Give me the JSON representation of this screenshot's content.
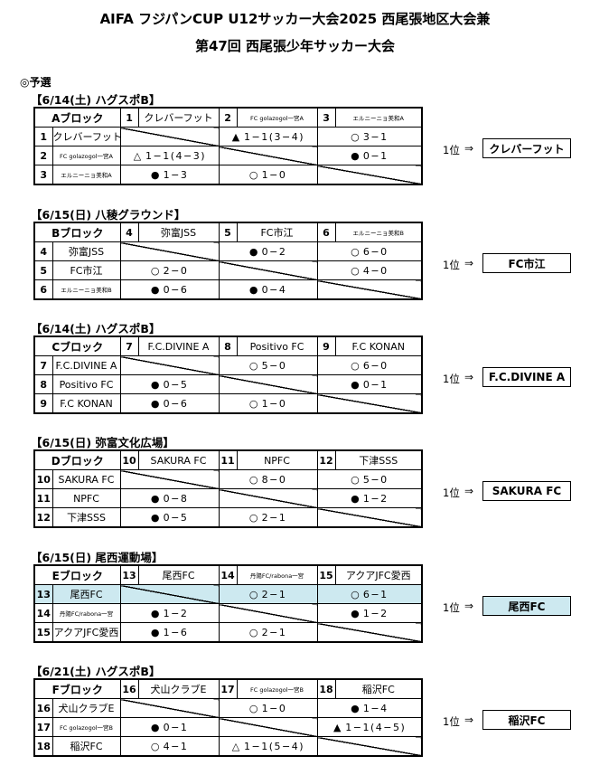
{
  "title_line1": "AIFA フジパンCUP U12サッカー大会2025 西尾張地区大会兼",
  "title_line2": "第47回 西尾張少年サッカー大会",
  "section": "◎予選",
  "place_label": "1位",
  "arrow": "⇒",
  "blocks": [
    {
      "date": "【6/14(土) ハグスポB】",
      "name": "Aブロック",
      "teams": [
        {
          "no": "1",
          "name": "クレバーフット",
          "small": false
        },
        {
          "no": "2",
          "name": "FC golazogol一宮A",
          "small": true
        },
        {
          "no": "3",
          "name": "エルニーニョ美和A",
          "small": true
        }
      ],
      "results": [
        [
          null,
          {
            "sym": "▲",
            "score": "1−1(3−4)"
          },
          {
            "sym": "○",
            "score": "3−1"
          }
        ],
        [
          {
            "sym": "△",
            "score": "1−1(4−3)"
          },
          null,
          {
            "sym": "●",
            "score": "0−1"
          }
        ],
        [
          {
            "sym": "●",
            "score": "1−3"
          },
          {
            "sym": "○",
            "score": "1−0"
          },
          null
        ]
      ],
      "winner": "クレバーフット"
    },
    {
      "date": "【6/15(日) 八稜グラウンド】",
      "name": "Bブロック",
      "teams": [
        {
          "no": "4",
          "name": "弥富JSS",
          "small": false
        },
        {
          "no": "5",
          "name": "FC市江",
          "small": false
        },
        {
          "no": "6",
          "name": "エルニーニョ美和B",
          "small": true
        }
      ],
      "results": [
        [
          null,
          {
            "sym": "●",
            "score": "0−2"
          },
          {
            "sym": "○",
            "score": "6−0"
          }
        ],
        [
          {
            "sym": "○",
            "score": "2−0"
          },
          null,
          {
            "sym": "○",
            "score": "4−0"
          }
        ],
        [
          {
            "sym": "●",
            "score": "0−6"
          },
          {
            "sym": "●",
            "score": "0−4"
          },
          null
        ]
      ],
      "winner": "FC市江"
    },
    {
      "date": "【6/14(土) ハグスポB】",
      "name": "Cブロック",
      "teams": [
        {
          "no": "7",
          "name": "F.C.DIVINE A",
          "small": false
        },
        {
          "no": "8",
          "name": "Positivo FC",
          "small": false
        },
        {
          "no": "9",
          "name": "F.C KONAN",
          "small": false
        }
      ],
      "results": [
        [
          null,
          {
            "sym": "○",
            "score": "5−0"
          },
          {
            "sym": "○",
            "score": "6−0"
          }
        ],
        [
          {
            "sym": "●",
            "score": "0−5"
          },
          null,
          {
            "sym": "●",
            "score": "0−1"
          }
        ],
        [
          {
            "sym": "●",
            "score": "0−6"
          },
          {
            "sym": "○",
            "score": "1−0"
          },
          null
        ]
      ],
      "winner": "F.C.DIVINE A"
    },
    {
      "date": "【6/15(日) 弥富文化広場】",
      "name": "Dブロック",
      "teams": [
        {
          "no": "10",
          "name": "SAKURA FC",
          "small": false
        },
        {
          "no": "11",
          "name": "NPFC",
          "small": false
        },
        {
          "no": "12",
          "name": "下津SSS",
          "small": false
        }
      ],
      "results": [
        [
          null,
          {
            "sym": "○",
            "score": "8−0"
          },
          {
            "sym": "○",
            "score": "5−0"
          }
        ],
        [
          {
            "sym": "●",
            "score": "0−8"
          },
          null,
          {
            "sym": "●",
            "score": "1−2"
          }
        ],
        [
          {
            "sym": "●",
            "score": "0−5"
          },
          {
            "sym": "○",
            "score": "2−1"
          },
          null
        ]
      ],
      "winner": "SAKURA FC"
    },
    {
      "date": "【6/15(日) 尾西運動場】",
      "name": "Eブロック",
      "teams": [
        {
          "no": "13",
          "name": "尾西FC",
          "small": false
        },
        {
          "no": "14",
          "name": "丹陽FC/rabona一宮",
          "small": true
        },
        {
          "no": "15",
          "name": "アクアJFC愛西",
          "small": false
        }
      ],
      "results": [
        [
          null,
          {
            "sym": "○",
            "score": "2−1"
          },
          {
            "sym": "○",
            "score": "6−1"
          }
        ],
        [
          {
            "sym": "●",
            "score": "1−2"
          },
          null,
          {
            "sym": "●",
            "score": "1−2"
          }
        ],
        [
          {
            "sym": "●",
            "score": "1−6"
          },
          {
            "sym": "○",
            "score": "2−1"
          },
          null
        ]
      ],
      "winner": "尾西FC",
      "highlight_row": 0,
      "highlight_color": "#cde9f0"
    },
    {
      "date": "【6/21(土) ハグスポB】",
      "name": "Fブロック",
      "teams": [
        {
          "no": "16",
          "name": "犬山クラブE",
          "small": false
        },
        {
          "no": "17",
          "name": "FC golazogol一宮B",
          "small": true
        },
        {
          "no": "18",
          "name": "稲沢FC",
          "small": false
        }
      ],
      "results": [
        [
          null,
          {
            "sym": "○",
            "score": "1−0"
          },
          {
            "sym": "●",
            "score": "1−4"
          }
        ],
        [
          {
            "sym": "●",
            "score": "0−1"
          },
          null,
          {
            "sym": "▲",
            "score": "1−1(4−5)"
          }
        ],
        [
          {
            "sym": "○",
            "score": "4−1"
          },
          {
            "sym": "△",
            "score": "1−1(5−4)"
          },
          null
        ]
      ],
      "winner": "稲沢FC"
    }
  ]
}
